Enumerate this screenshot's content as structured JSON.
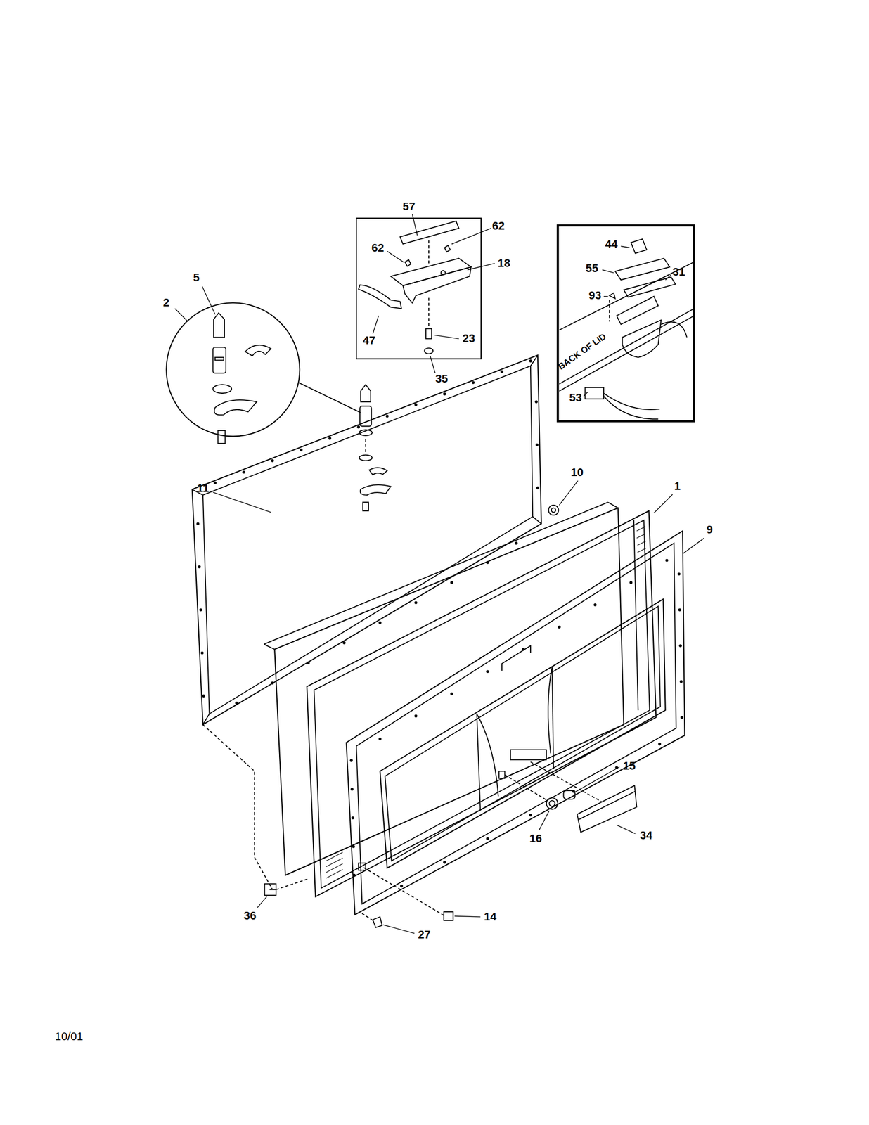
{
  "diagram": {
    "labels": [
      "57",
      "62",
      "62",
      "18",
      "47",
      "23",
      "35",
      "5",
      "2",
      "44",
      "55",
      "31",
      "93",
      "BACK OF LID",
      "53",
      "10",
      "1",
      "11",
      "9",
      "15",
      "16",
      "34",
      "36",
      "14",
      "27",
      "10/01"
    ]
  }
}
